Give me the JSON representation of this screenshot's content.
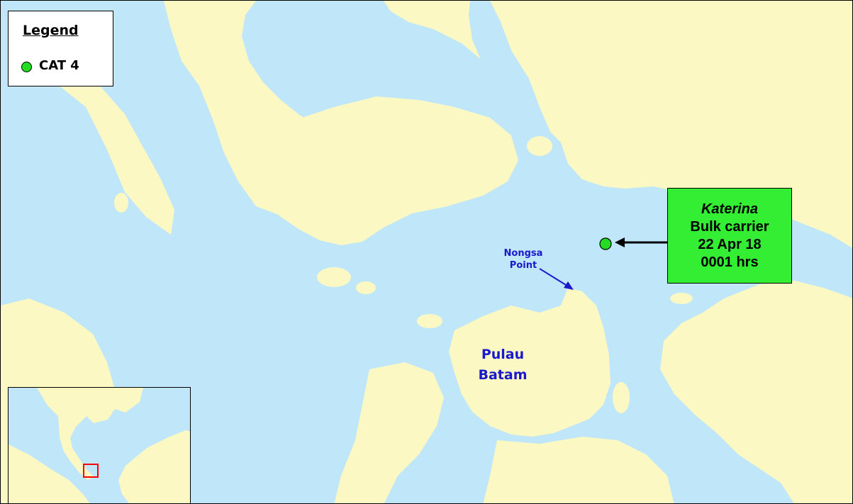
{
  "legend": {
    "title": "Legend",
    "items": [
      {
        "label": "CAT 4",
        "color": "#22dd22",
        "symbol": "circle"
      }
    ]
  },
  "incident": {
    "vessel_name": "Katerina",
    "vessel_type": "Bulk carrier",
    "date": "22 Apr 18",
    "time": "0001 hrs",
    "category": "CAT 4",
    "box_color": "#33ee33"
  },
  "labels": {
    "nongsa_line1": "Nongsa",
    "nongsa_line2": "Point",
    "batam_line1": "Pulau",
    "batam_line2": "Batam"
  },
  "colors": {
    "sea": "#bfe6f9",
    "land": "#fbf8c3",
    "label_text": "#1a1acc",
    "inset_highlight": "#ff0000"
  },
  "inset": {
    "icon": "locator-map-icon"
  }
}
